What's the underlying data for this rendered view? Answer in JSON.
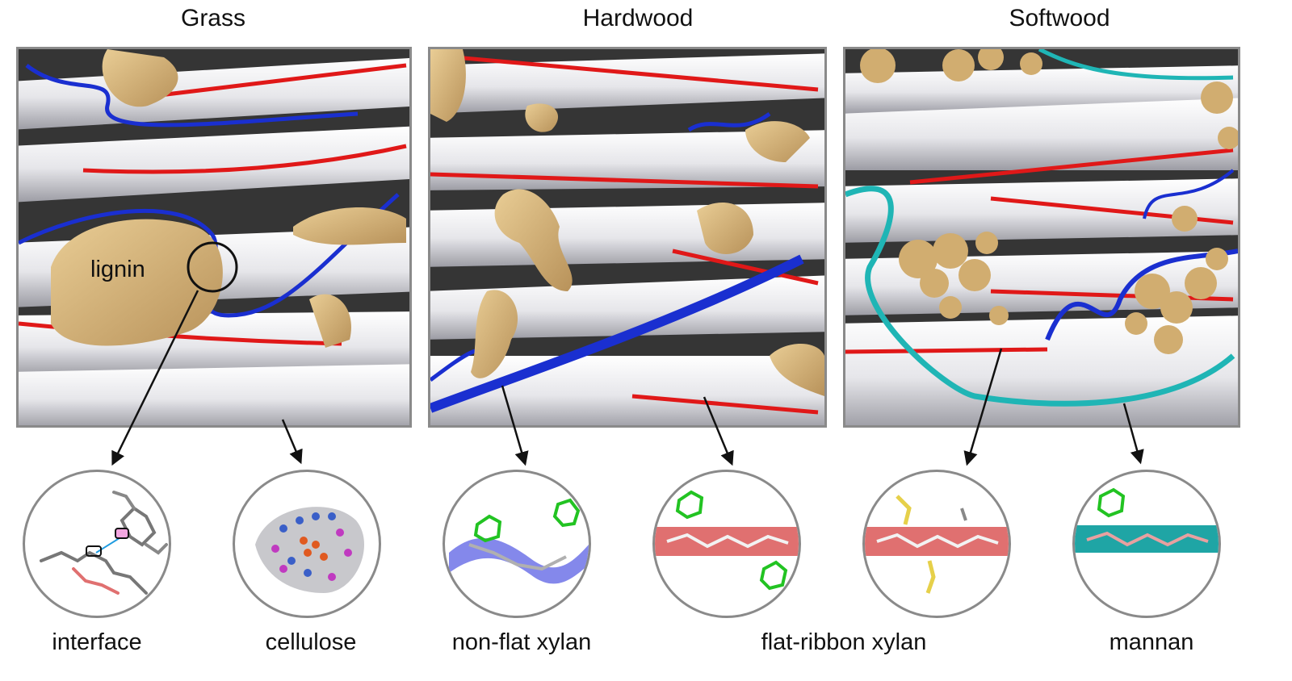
{
  "titles": {
    "grass": "Grass",
    "hardwood": "Hardwood",
    "softwood": "Softwood"
  },
  "annotation": {
    "lignin": "lignin"
  },
  "labels": {
    "interface": "interface",
    "cellulose": "cellulose",
    "non_flat_xylan": "non-flat xylan",
    "flat_ribbon_xylan": "flat-ribbon xylan",
    "mannan": "mannan"
  },
  "colors": {
    "cellulose_fibril": "#e8e8ec",
    "xylan_red": "#e01818",
    "xylan_blue": "#1a2fd0",
    "mannan_teal": "#1fb5b5",
    "lignin_tan": "#d9b67a",
    "frame_gray": "#8a8a8a"
  }
}
